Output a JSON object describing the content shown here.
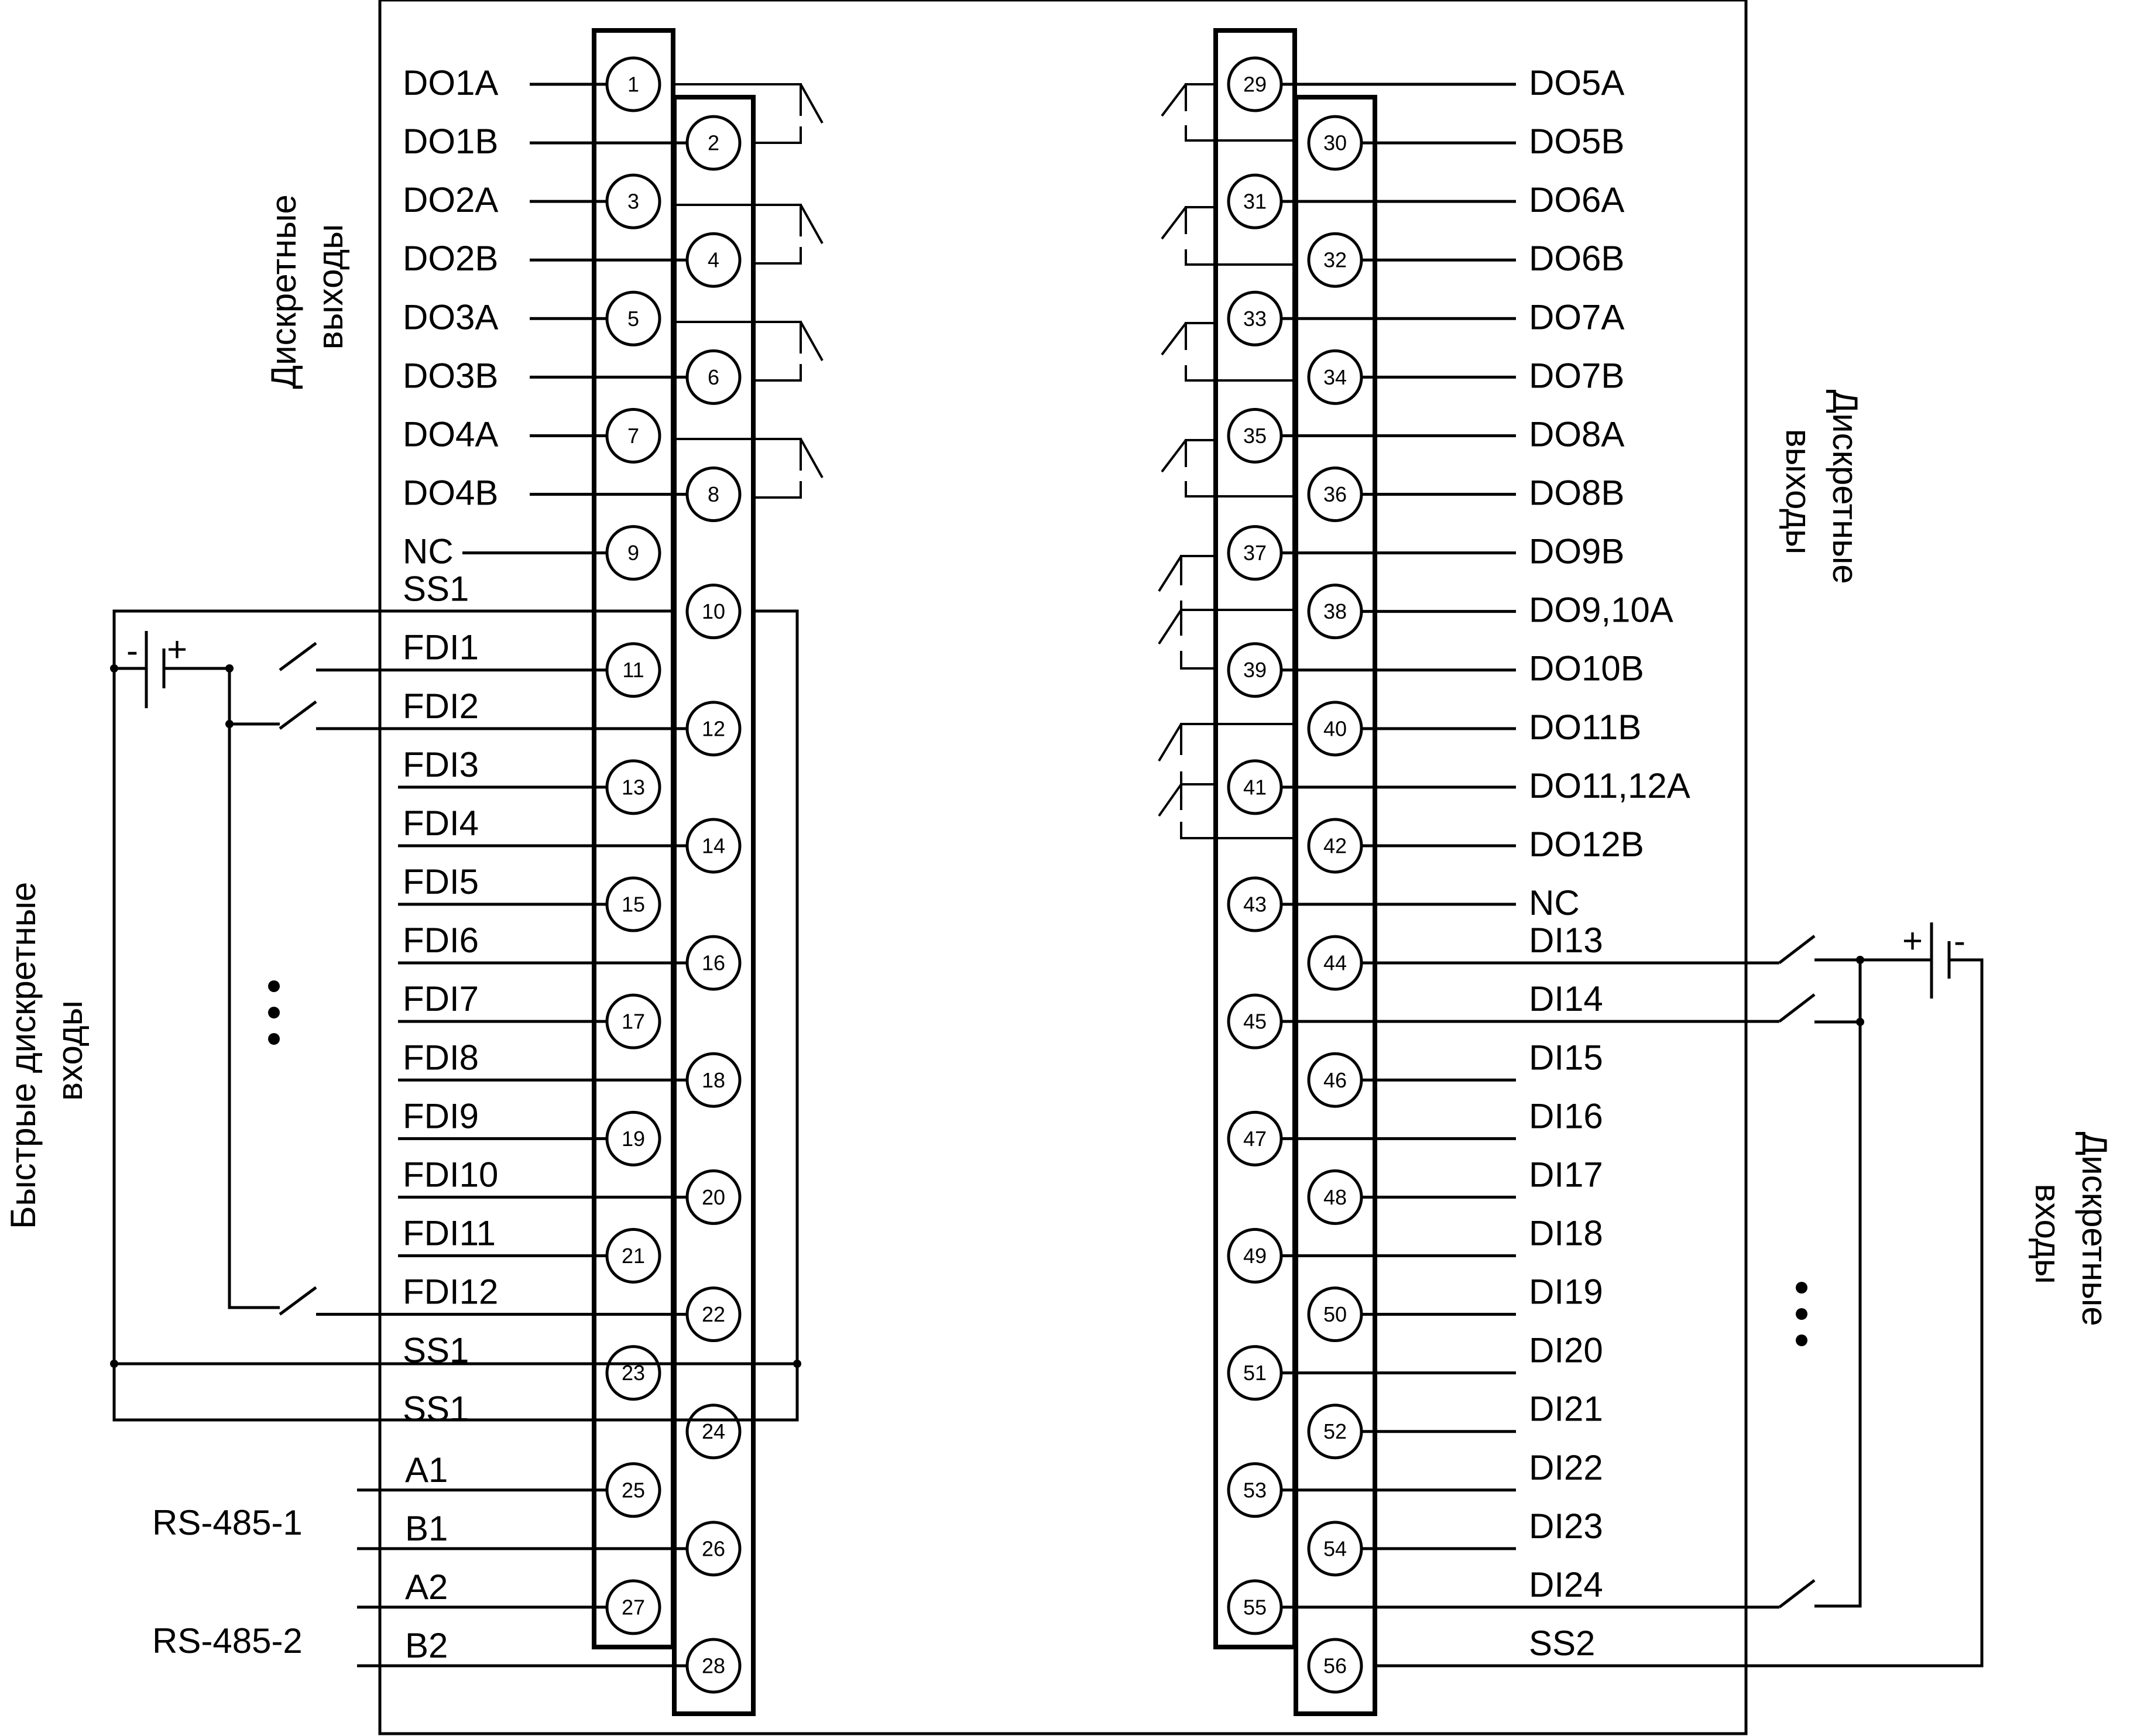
{
  "left_terminals": [
    {
      "num": "1",
      "label": "DO1A"
    },
    {
      "num": "2",
      "label": "DO1B"
    },
    {
      "num": "3",
      "label": "DO2A"
    },
    {
      "num": "4",
      "label": "DO2B"
    },
    {
      "num": "5",
      "label": "DO3A"
    },
    {
      "num": "6",
      "label": "DO3B"
    },
    {
      "num": "7",
      "label": "DO4A"
    },
    {
      "num": "8",
      "label": "DO4B"
    },
    {
      "num": "9",
      "label": "NC"
    },
    {
      "num": "10",
      "label": "SS1"
    },
    {
      "num": "11",
      "label": "FDI1"
    },
    {
      "num": "12",
      "label": "FDI2"
    },
    {
      "num": "13",
      "label": "FDI3"
    },
    {
      "num": "14",
      "label": "FDI4"
    },
    {
      "num": "15",
      "label": "FDI5"
    },
    {
      "num": "16",
      "label": "FDI6"
    },
    {
      "num": "17",
      "label": "FDI7"
    },
    {
      "num": "18",
      "label": "FDI8"
    },
    {
      "num": "19",
      "label": "FDI9"
    },
    {
      "num": "20",
      "label": "FDI10"
    },
    {
      "num": "21",
      "label": "FDI11"
    },
    {
      "num": "22",
      "label": "FDI12"
    },
    {
      "num": "23",
      "label": "SS1"
    },
    {
      "num": "24",
      "label": "SS1"
    },
    {
      "num": "25",
      "label": "A1"
    },
    {
      "num": "26",
      "label": "B1"
    },
    {
      "num": "27",
      "label": "A2"
    },
    {
      "num": "28",
      "label": "B2"
    }
  ],
  "right_terminals": [
    {
      "num": "29",
      "label": "DO5A"
    },
    {
      "num": "30",
      "label": "DO5B"
    },
    {
      "num": "31",
      "label": "DO6A"
    },
    {
      "num": "32",
      "label": "DO6B"
    },
    {
      "num": "33",
      "label": "DO7A"
    },
    {
      "num": "34",
      "label": "DO7B"
    },
    {
      "num": "35",
      "label": "DO8A"
    },
    {
      "num": "36",
      "label": "DO8B"
    },
    {
      "num": "37",
      "label": "DO9B"
    },
    {
      "num": "38",
      "label": "DO9,10A"
    },
    {
      "num": "39",
      "label": "DO10B"
    },
    {
      "num": "40",
      "label": "DO11B"
    },
    {
      "num": "41",
      "label": "DO11,12A"
    },
    {
      "num": "42",
      "label": "DO12B"
    },
    {
      "num": "43",
      "label": "NC"
    },
    {
      "num": "44",
      "label": "DI13"
    },
    {
      "num": "45",
      "label": "DI14"
    },
    {
      "num": "46",
      "label": "DI15"
    },
    {
      "num": "47",
      "label": "DI16"
    },
    {
      "num": "48",
      "label": "DI17"
    },
    {
      "num": "49",
      "label": "DI18"
    },
    {
      "num": "50",
      "label": "DI19"
    },
    {
      "num": "51",
      "label": "DI20"
    },
    {
      "num": "52",
      "label": "DI21"
    },
    {
      "num": "53",
      "label": "DI22"
    },
    {
      "num": "54",
      "label": "DI23"
    },
    {
      "num": "55",
      "label": "DI24"
    },
    {
      "num": "56",
      "label": "SS2"
    }
  ],
  "group_titles": {
    "left_outputs": [
      "Дискретные",
      "выходы"
    ],
    "right_outputs": [
      "Дискретные",
      "выходы"
    ],
    "fast_inputs": [
      "Быстрые дискретные",
      "входы"
    ],
    "right_inputs": [
      "Дискретные",
      "входы"
    ]
  },
  "rs485": [
    "RS-485-1",
    "RS-485-2"
  ],
  "battery_signs": {
    "minus": "-",
    "plus": "+"
  }
}
